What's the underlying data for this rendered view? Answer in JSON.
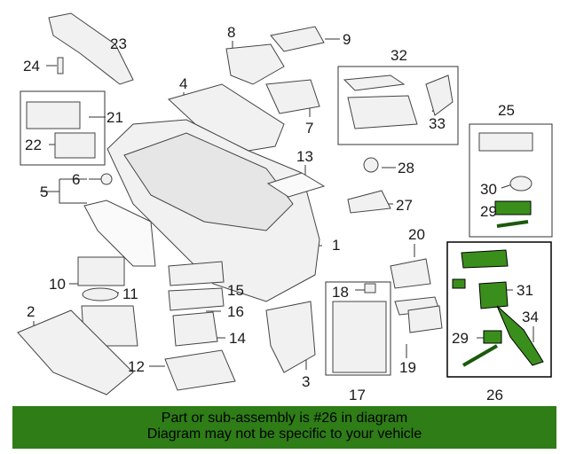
{
  "diagram": {
    "callouts": [
      "1",
      "2",
      "3",
      "4",
      "5",
      "6",
      "7",
      "8",
      "9",
      "10",
      "11",
      "12",
      "13",
      "14",
      "15",
      "16",
      "17",
      "18",
      "19",
      "20",
      "21",
      "22",
      "23",
      "24",
      "25",
      "26",
      "27",
      "28",
      "29",
      "29",
      "30",
      "31",
      "32",
      "33",
      "34"
    ],
    "highlight_color": "#2e7d16",
    "line_color": "#333333"
  },
  "banner": {
    "line1": "Part or sub-assembly is #26 in diagram",
    "line2": "Diagram may not be specific to your vehicle"
  }
}
